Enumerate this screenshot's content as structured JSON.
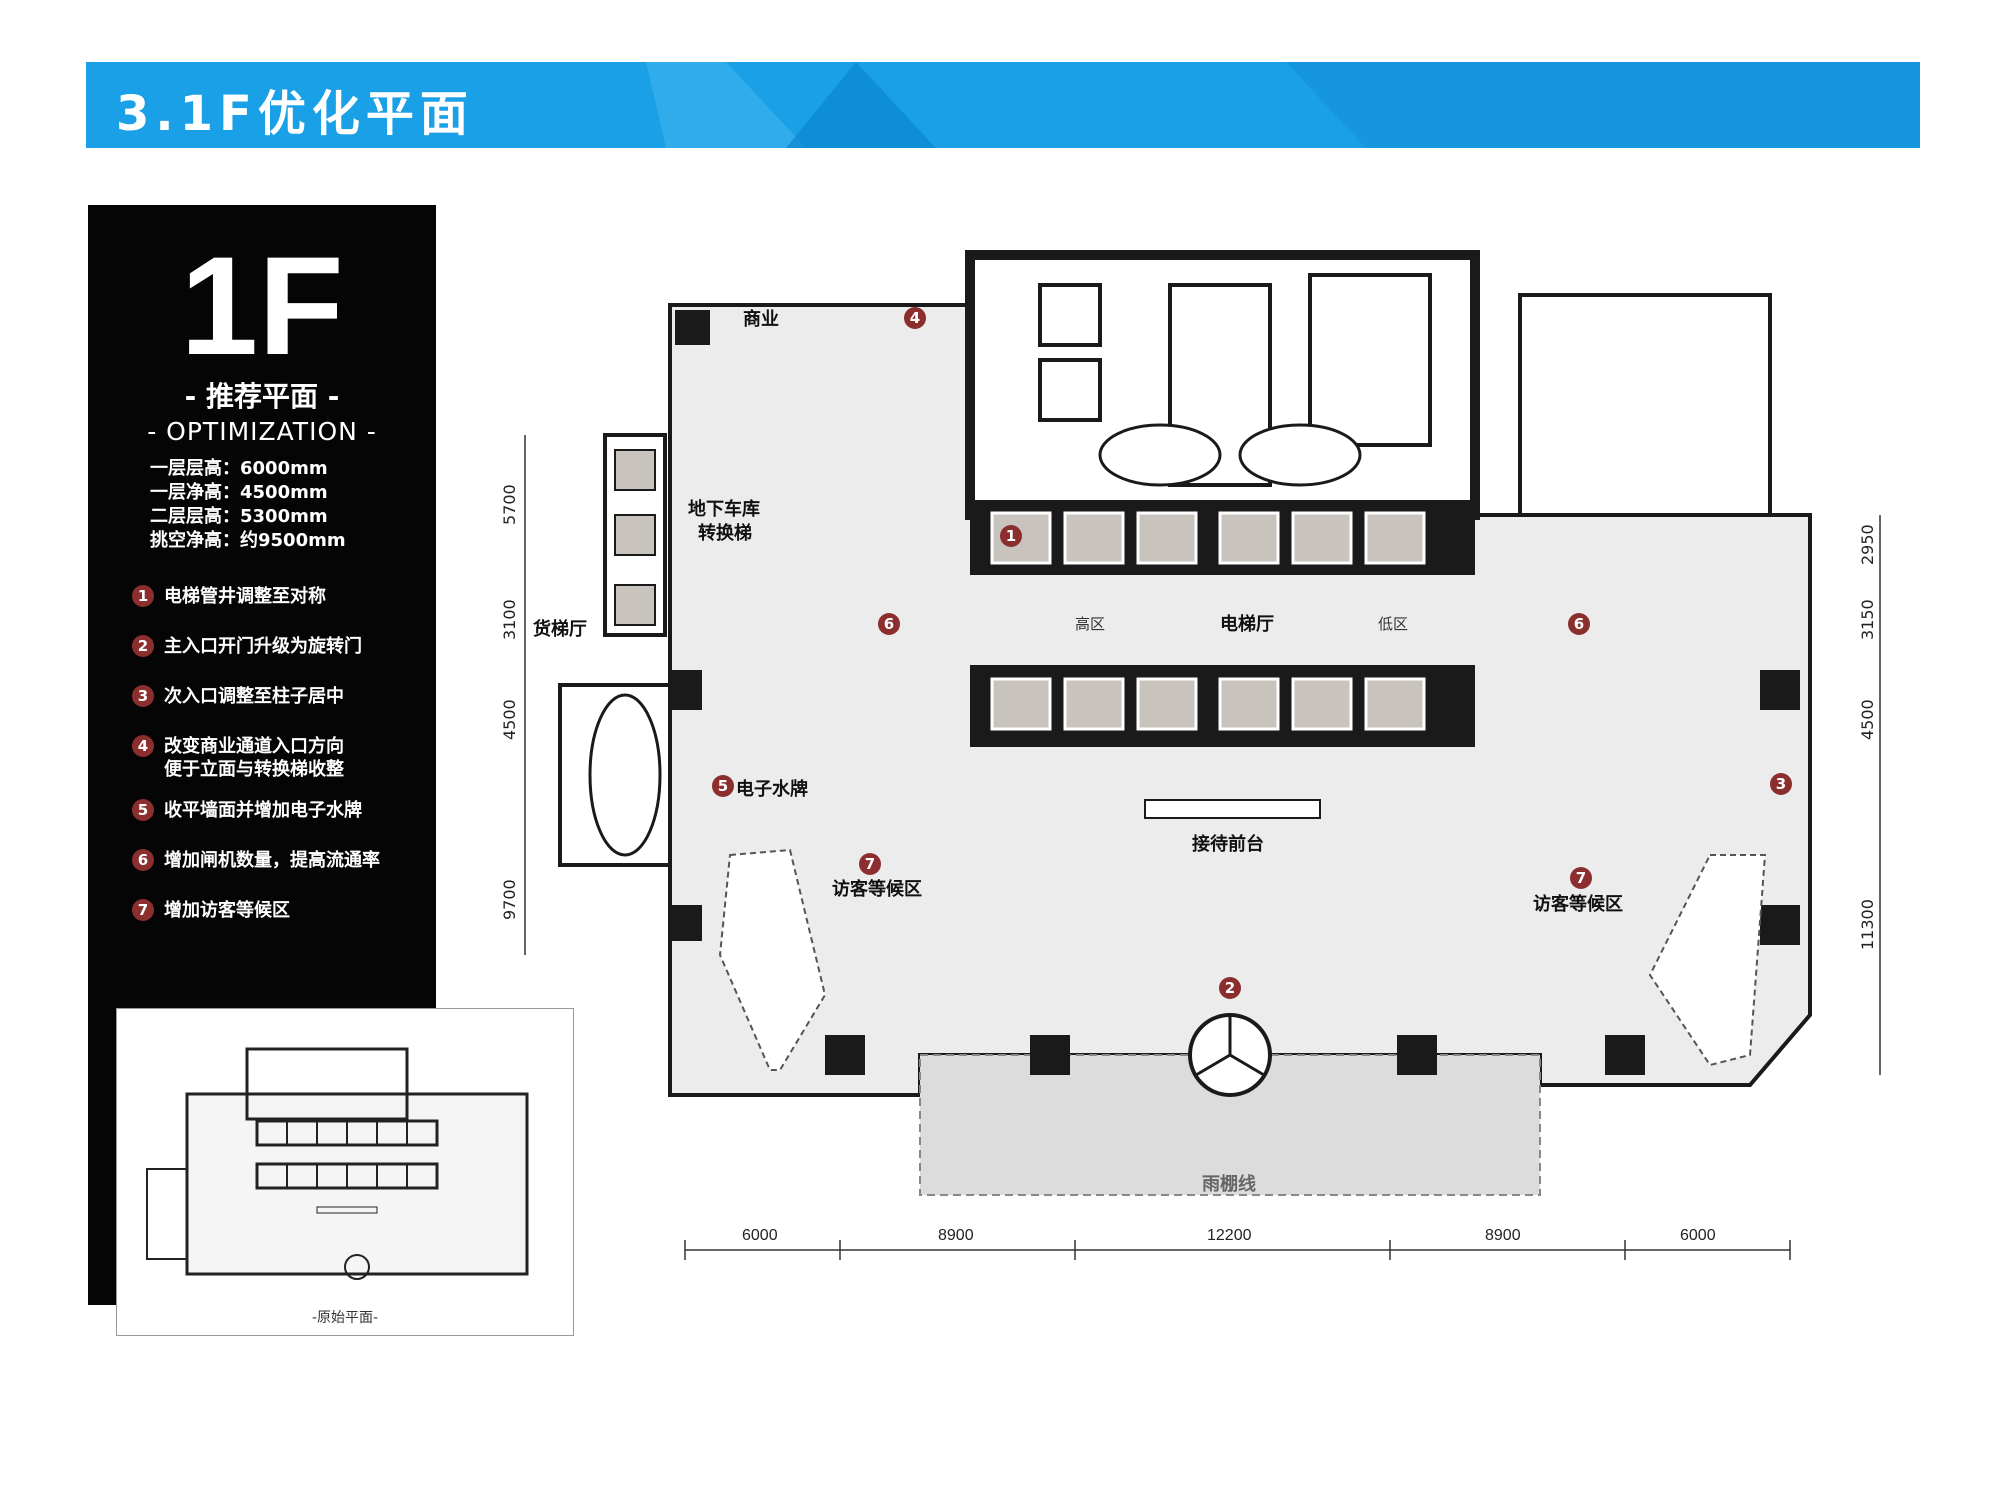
{
  "header": {
    "title": "3.1F优化平面"
  },
  "panel": {
    "floor": "1F",
    "subtitle_cn": "- 推荐平面 -",
    "subtitle_en": "- OPTIMIZATION -",
    "specs": [
      "一层层高：6000mm",
      "一层净高：4500mm",
      "二层层高：5300mm",
      "挑空净高：约9500mm"
    ],
    "notes": [
      {
        "num": "1",
        "text": "电梯管井调整至对称"
      },
      {
        "num": "2",
        "text": "主入口开门升级为旋转门"
      },
      {
        "num": "3",
        "text": "次入口调整至柱子居中"
      },
      {
        "num": "4",
        "text": "改变商业通道入口方向",
        "text2": "便于立面与转换梯收整"
      },
      {
        "num": "5",
        "text": "收平墙面并增加电子水牌"
      },
      {
        "num": "6",
        "text": "增加闸机数量，提高流通率"
      },
      {
        "num": "7",
        "text": "增加访客等候区"
      }
    ]
  },
  "thumbnail": {
    "caption": "-原始平面-"
  },
  "plan": {
    "labels": {
      "commercial": "商业",
      "garage": "地下车库",
      "transfer": "转换梯",
      "freight": "货梯厅",
      "lobby": "电梯厅",
      "high": "高区",
      "low": "低区",
      "sign": "电子水牌",
      "reception": "接待前台",
      "waiting_left": "访客等候区",
      "waiting_right": "访客等候区",
      "canopy": "雨棚线"
    },
    "dims_bottom": [
      "6000",
      "8900",
      "12200",
      "8900",
      "6000"
    ],
    "dims_left": [
      "5700",
      "3100",
      "4500",
      "9700"
    ],
    "dims_right": [
      "2950",
      "3150",
      "4500",
      "11300"
    ]
  },
  "colors": {
    "banner": "#1aa0e6",
    "marker": "#8b2e2e",
    "floor": "#ececec",
    "wall": "#1a1a1a"
  }
}
